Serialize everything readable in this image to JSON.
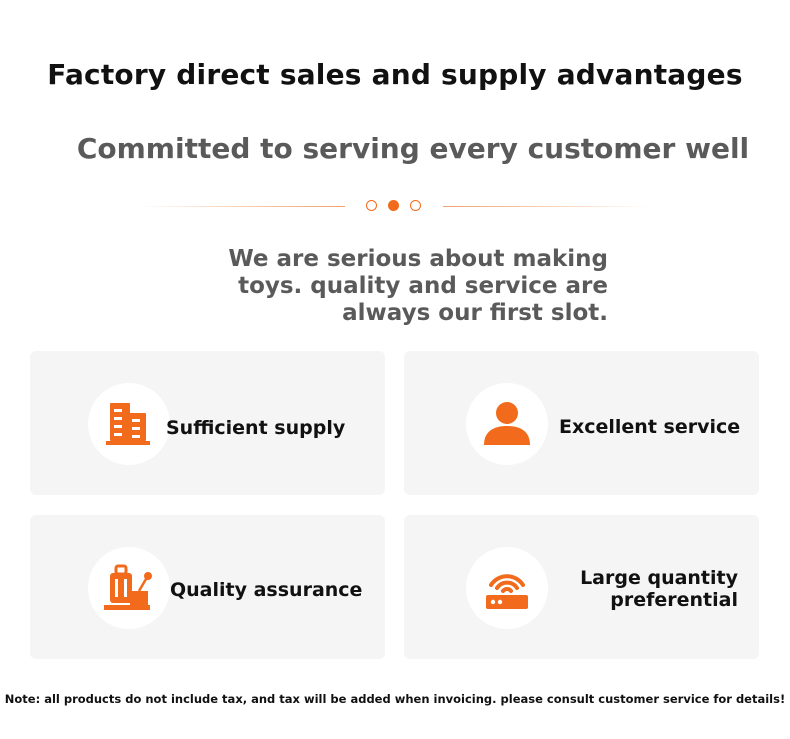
{
  "header": {
    "title": "Factory direct sales and supply advantages",
    "subtitle": "Committed to serving every customer well"
  },
  "intro": {
    "line1": "We are serious about making",
    "line2": "toys. quality and service are",
    "line3": "always our first slot."
  },
  "cards": [
    {
      "label": "Sufficient supply",
      "icon": "buildings-icon"
    },
    {
      "label": "Excellent service",
      "icon": "person-icon"
    },
    {
      "label": "Quality assurance",
      "icon": "luggage-icon"
    },
    {
      "label_line1": "Large quantity",
      "label_line2": "preferential",
      "icon": "router-icon"
    }
  ],
  "note": "Note: all products do not include tax, and tax will be added when invoicing. please consult customer service for details!",
  "colors": {
    "accent": "#f26a1b",
    "card_bg": "#f5f5f5",
    "subtitle": "#5a5a5a"
  }
}
